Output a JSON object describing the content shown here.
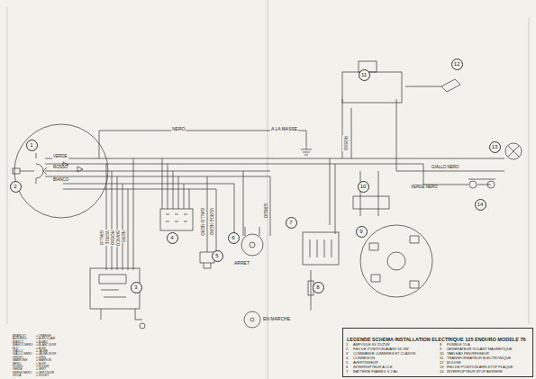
{
  "diagram": {
    "nodes": [
      {
        "text": [
          "1"
        ]
      },
      {
        "text": [
          "2"
        ]
      },
      {
        "text": [
          "3"
        ]
      },
      {
        "text": [
          "4"
        ]
      },
      {
        "text": [
          "5"
        ]
      },
      {
        "text": [
          "6"
        ]
      },
      {
        "text": [
          "7"
        ]
      },
      {
        "text": [
          "8"
        ]
      },
      {
        "text": [
          "9"
        ]
      },
      {
        "text": [
          "10"
        ]
      },
      {
        "text": [
          "11"
        ]
      },
      {
        "text": [
          "12"
        ]
      },
      {
        "text": [
          "13"
        ]
      },
      {
        "text": [
          "14"
        ]
      },
      {
        "text": [
          "LEGENDE SCHEMA INSTALLATION ELECTRIQUE 125 ENDURO MODELE 76"
        ]
      }
    ],
    "labels": [
      "NERO",
      "A LA MASSE",
      "VERDE",
      "ROSSO",
      "BIANCO",
      "ARRET",
      "EN MARCHE",
      "GIALLO NERO",
      "VERDE NERO",
      "ROSSO",
      "GIALLO",
      "VERDE",
      "ROSSO",
      "BIANCO",
      "NERO",
      "GIALLO-NERO",
      "VERDE-NERO",
      "GRIGIO",
      "ARANCIO",
      "= ORANGE",
      "AZZURRO",
      "= BLEU CLAIR",
      "BIANCO",
      "= BLANC",
      "BIANCO-NERO",
      "= BLANC-NOIR",
      "BLU",
      "= BLEU",
      "GIALLO",
      "= JAUNE",
      "GIALLO-NERO",
      "= JAUNE-NOIR",
      "GRIGIO",
      "= GRIS",
      "MARRONE",
      "= MARRON",
      "NERO",
      "= NOIR",
      "ROSSO",
      "= ROUGE",
      "VERDE",
      "= VERT",
      "VERDE-NERO",
      "= VERT-NOIR",
      "VIOLA",
      "= VIOLET",
      "1",
      "AMPOULE 6V 25/25W",
      "2",
      "FEU DE POSITION AVANT 6V 3W",
      "3",
      "COMMANDE LUMIERES ET CLAXON",
      "4",
      "CONNEXION",
      "5",
      "AVERTISSEUR",
      "6",
      "INTERRUPTEUR A CLE",
      "7",
      "BATTERIE FIAMM 6 V 2 Ah",
      "8",
      "FUSIBLE 15 A",
      "9",
      "GENERATEUR VOLANT MAGNETIQUE",
      "10",
      "TABLEAU REDRESSEUR",
      "11",
      "TRANSFORMATEUR ELECTRONIQUE",
      "12",
      "BOUGIE",
      "13",
      "FEU DE POSITION ARR.STOP PLAQUE",
      "14",
      "INTERRUPTEUR STOP ARRIERE"
    ]
  }
}
